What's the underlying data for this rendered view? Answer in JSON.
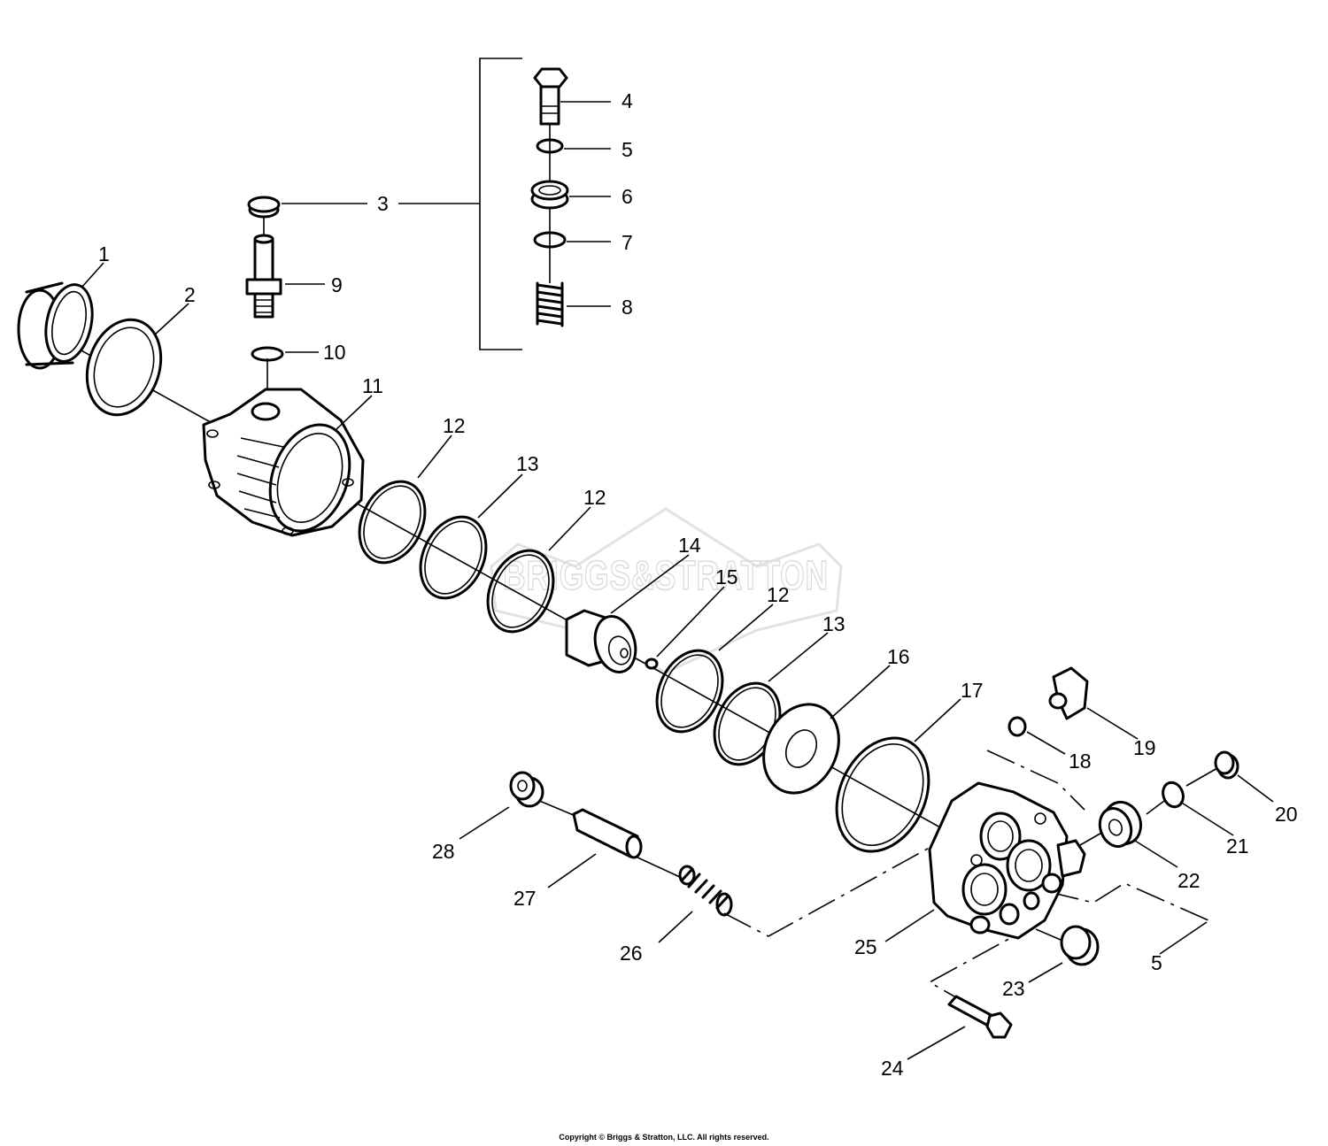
{
  "watermark": {
    "text": "BRIGGS&STRATTON"
  },
  "callouts": {
    "c1": "1",
    "c2": "2",
    "c3": "3",
    "c4": "4",
    "c5": "5",
    "c6": "6",
    "c7": "7",
    "c8": "8",
    "c9": "9",
    "c10": "10",
    "c11": "11",
    "c12": "12",
    "c13": "13",
    "c14": "14",
    "c15": "15",
    "c16": "16",
    "c17": "17",
    "c18": "18",
    "c19": "19",
    "c20": "20",
    "c21": "21",
    "c22": "22",
    "c23": "23",
    "c24": "24",
    "c25": "25",
    "c26": "26",
    "c27": "27",
    "c28": "28"
  },
  "footer": {
    "copyright": "Copyright © Briggs & Stratton, LLC. All rights reserved."
  }
}
